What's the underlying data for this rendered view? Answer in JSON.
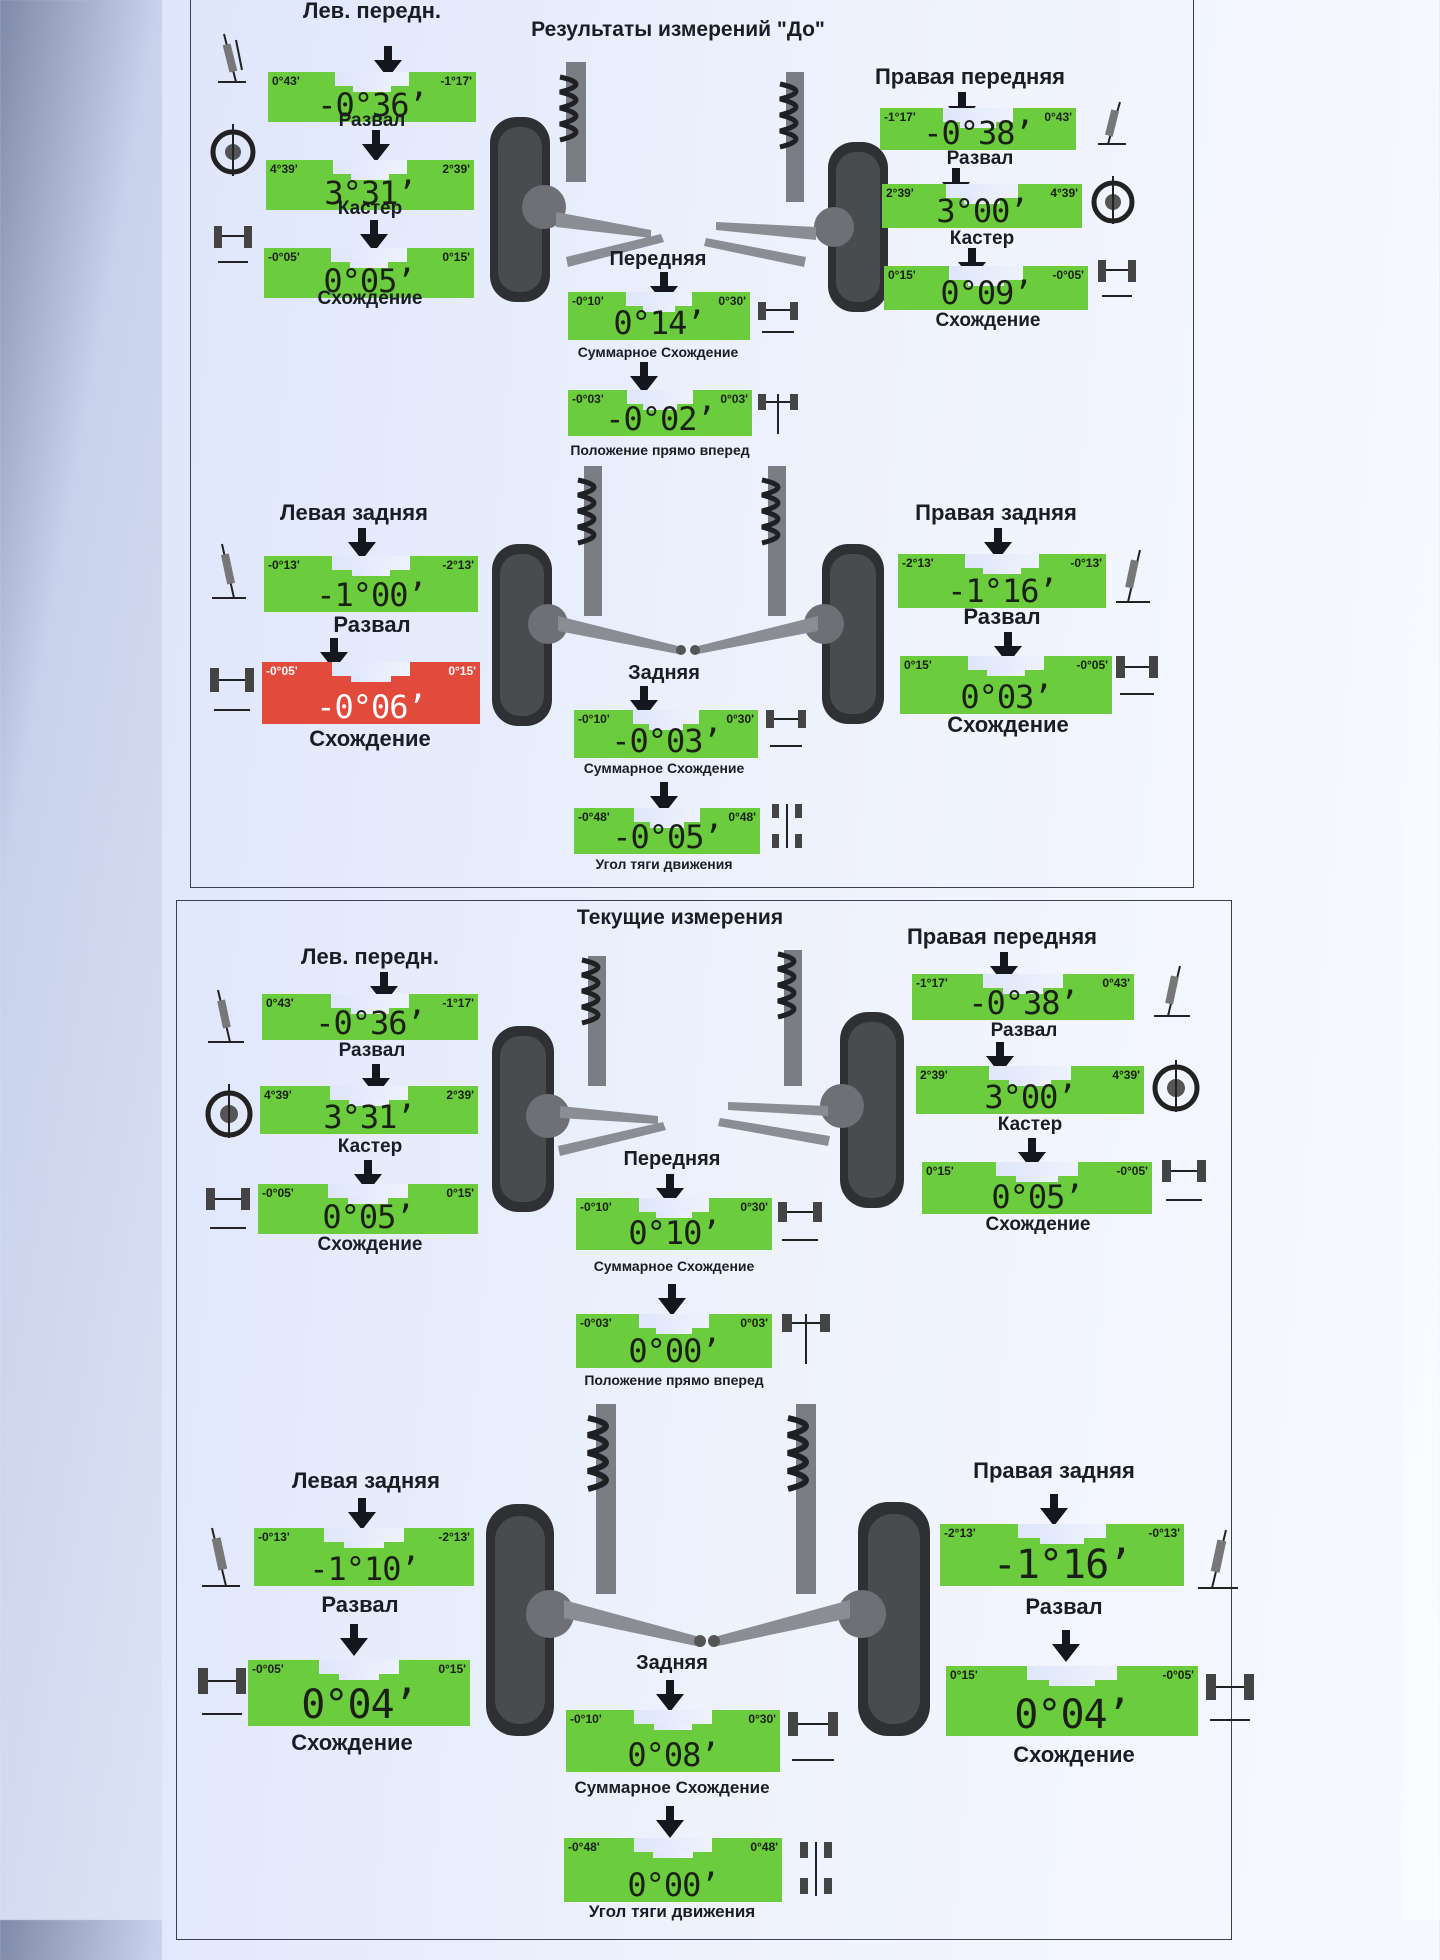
{
  "panels": {
    "before": {
      "title": "Результаты измерений \"До\"",
      "front": {
        "axle_label": "Передняя",
        "left": {
          "title": "Лев. передн.",
          "camber": {
            "min": "0°43'",
            "max": "-1°17'",
            "value": "-0°36’",
            "caption": "Развал"
          },
          "caster": {
            "min": "4°39'",
            "max": "2°39'",
            "value": "3°31’",
            "caption": "Кастер"
          },
          "toe": {
            "min": "-0°05'",
            "max": "0°15'",
            "value": "0°05’",
            "caption": "Схождение"
          }
        },
        "right": {
          "title": "Правая передняя",
          "camber": {
            "min": "-1°17'",
            "max": "0°43'",
            "value": "-0°38’",
            "caption": "Развал"
          },
          "caster": {
            "min": "2°39'",
            "max": "4°39'",
            "value": "3°00’",
            "caption": "Кастер"
          },
          "toe": {
            "min": "0°15'",
            "max": "-0°05'",
            "value": "0°09’",
            "caption": "Схождение"
          }
        },
        "total_toe": {
          "min": "-0°10'",
          "max": "0°30'",
          "value": "0°14’",
          "caption": "Суммарное Схождение"
        },
        "straight": {
          "min": "-0°03'",
          "max": "0°03'",
          "value": "-0°02’",
          "caption": "Положение прямо вперед"
        }
      },
      "rear": {
        "axle_label": "Задняя",
        "left": {
          "title": "Левая задняя",
          "camber": {
            "min": "-0°13'",
            "max": "-2°13'",
            "value": "-1°00’",
            "caption": "Развал"
          },
          "toe": {
            "min": "-0°05'",
            "max": "0°15'",
            "value": "-0°06’",
            "caption": "Схождение"
          }
        },
        "right": {
          "title": "Правая задняя",
          "camber": {
            "min": "-2°13'",
            "max": "-0°13'",
            "value": "-1°16’",
            "caption": "Развал"
          },
          "toe": {
            "min": "0°15'",
            "max": "-0°05'",
            "value": "0°03’",
            "caption": "Схождение"
          }
        },
        "total_toe": {
          "min": "-0°10'",
          "max": "0°30'",
          "value": "-0°03’",
          "caption": "Суммарное Схождение"
        },
        "thrust": {
          "min": "-0°48'",
          "max": "0°48'",
          "value": "-0°05’",
          "caption": "Угол тяги движения"
        }
      }
    },
    "current": {
      "title": "Текущие измерения",
      "front": {
        "axle_label": "Передняя",
        "left": {
          "title": "Лев. передн.",
          "camber": {
            "min": "0°43'",
            "max": "-1°17'",
            "value": "-0°36’",
            "caption": "Развал"
          },
          "caster": {
            "min": "4°39'",
            "max": "2°39'",
            "value": "3°31’",
            "caption": "Кастер"
          },
          "toe": {
            "min": "-0°05'",
            "max": "0°15'",
            "value": "0°05’",
            "caption": "Схождение"
          }
        },
        "right": {
          "title": "Правая передняя",
          "camber": {
            "min": "-1°17'",
            "max": "0°43'",
            "value": "-0°38’",
            "caption": "Развал"
          },
          "caster": {
            "min": "2°39'",
            "max": "4°39'",
            "value": "3°00’",
            "caption": "Кастер"
          },
          "toe": {
            "min": "0°15'",
            "max": "-0°05'",
            "value": "0°05’",
            "caption": "Схождение"
          }
        },
        "total_toe": {
          "min": "-0°10'",
          "max": "0°30'",
          "value": "0°10’",
          "caption": "Суммарное Схождение"
        },
        "straight": {
          "min": "-0°03'",
          "max": "0°03'",
          "value": "0°00’",
          "caption": "Положение прямо вперед"
        }
      },
      "rear": {
        "axle_label": "Задняя",
        "left": {
          "title": "Левая задняя",
          "camber": {
            "min": "-0°13'",
            "max": "-2°13'",
            "value": "-1°10’",
            "caption": "Развал"
          },
          "toe": {
            "min": "-0°05'",
            "max": "0°15'",
            "value": "0°04’",
            "caption": "Схождение"
          }
        },
        "right": {
          "title": "Правая задняя",
          "camber": {
            "min": "-2°13'",
            "max": "-0°13'",
            "value": "-1°16’",
            "caption": "Развал"
          },
          "toe": {
            "min": "0°15'",
            "max": "-0°05'",
            "value": "0°04’",
            "caption": "Схождение"
          }
        },
        "total_toe": {
          "min": "-0°10'",
          "max": "0°30'",
          "value": "0°08’",
          "caption": "Суммарное Схождение"
        },
        "thrust": {
          "min": "-0°48'",
          "max": "0°48'",
          "value": "0°00’",
          "caption": "Угол тяги движения"
        }
      }
    }
  },
  "colors": {
    "in_range": "#6bcc3d",
    "out_of_range": "#e24b3c"
  },
  "status": {
    "before.rear.left.toe": "out_of_range"
  }
}
